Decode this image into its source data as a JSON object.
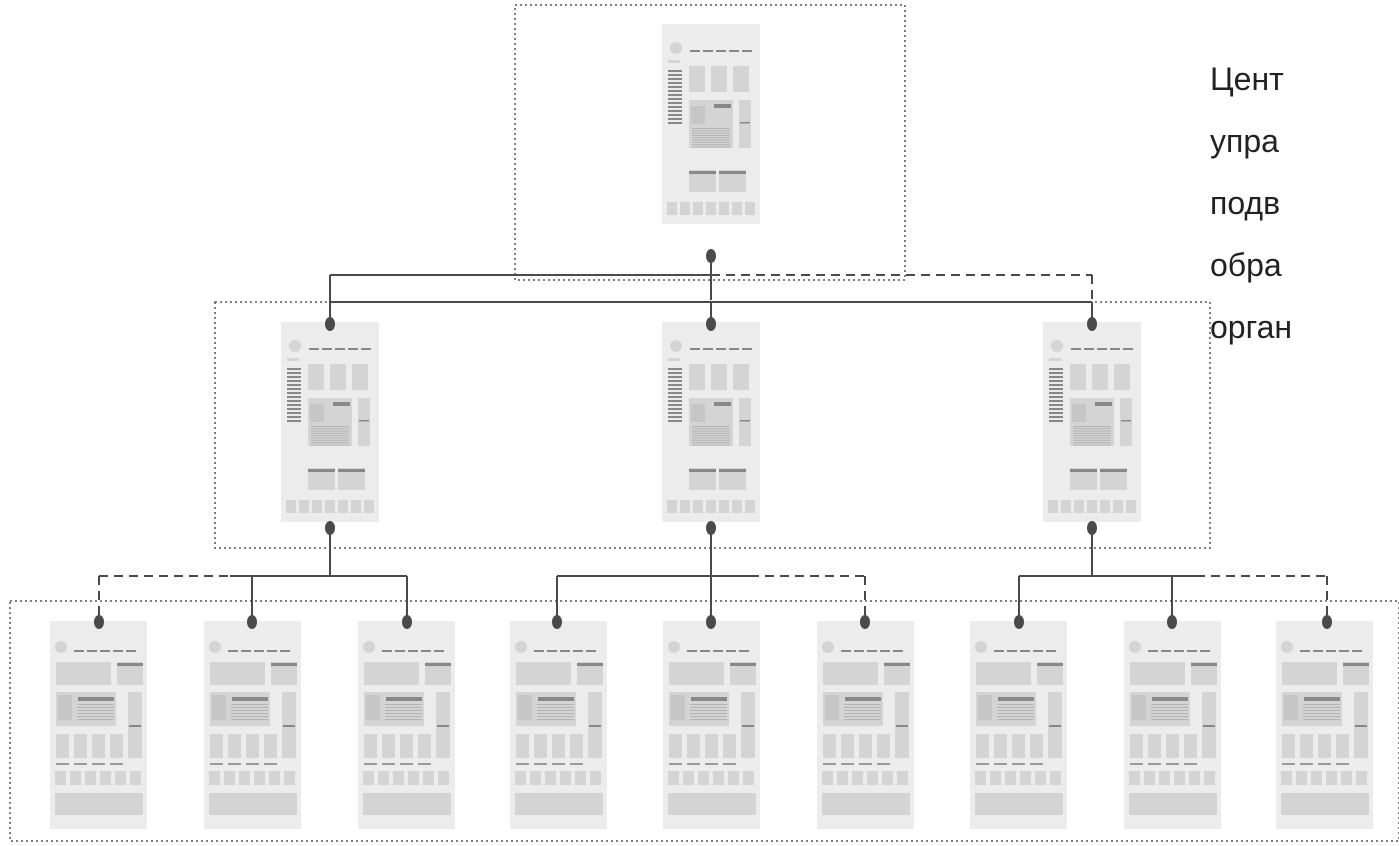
{
  "side_text": {
    "lines": [
      "Цент",
      "упра",
      "подв",
      "обра",
      "орган"
    ]
  },
  "colors": {
    "page_bg": "#ffffff",
    "card_bg": "#ececec",
    "card_block": "#d4d4d4",
    "card_dark": "#888888",
    "connector": "#4a4a4a",
    "text": "#222222"
  },
  "diagram": {
    "levels": 3,
    "level_card_counts": [
      1,
      3,
      9
    ],
    "icons": [
      "page-wireframe-icon",
      "connector-node-icon"
    ]
  }
}
